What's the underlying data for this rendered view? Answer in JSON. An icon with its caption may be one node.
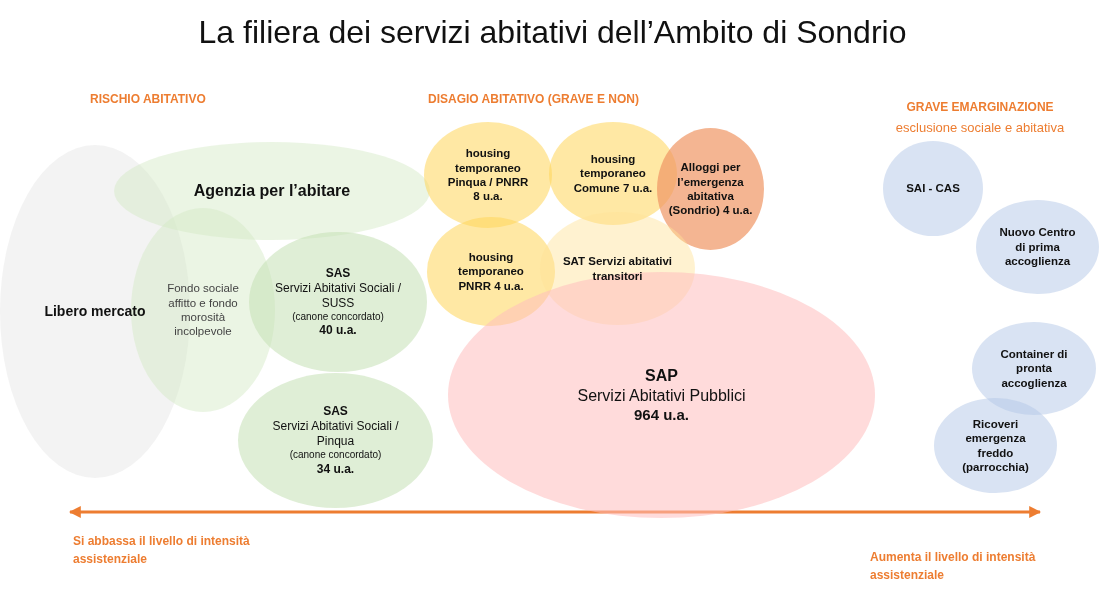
{
  "diagram": {
    "title": "La filiera dei servizi abitativi dell’Ambito di Sondrio",
    "nodes": [
      {
        "text": [
          "Libero mercato"
        ]
      },
      {
        "text": [
          "Agenzia per l’abitare"
        ]
      },
      {
        "text": [
          "Fondo sociale affitto e fondo morosità incolpevole"
        ]
      },
      {
        "text": [
          "SAS",
          "Servizi Abitativi Sociali  / SUSS",
          "(canone concordato)",
          "40 u.a."
        ]
      },
      {
        "text": [
          "SAS",
          "Servizi Abitativi Sociali / Pinqua",
          "(canone concordato)",
          "34 u.a."
        ]
      },
      {
        "text": [
          "housing temporaneo Pinqua / PNRR 8 u.a."
        ]
      },
      {
        "text": [
          "housing temporaneo Comune 7 u.a."
        ]
      },
      {
        "text": [
          "Alloggi per l’emergenza abitativa (Sondrio) 4 u.a."
        ]
      },
      {
        "text": [
          "housing temporaneo PNRR 4 u.a."
        ]
      },
      {
        "text": [
          "SAT Servizi abitativi transitori"
        ]
      },
      {
        "text": [
          "SAP",
          "Servizi Abitativi Pubblici",
          "964 u.a."
        ]
      },
      {
        "text": [
          "SAI - CAS"
        ]
      },
      {
        "text": [
          "Nuovo Centro di prima accoglienza"
        ]
      },
      {
        "text": [
          "Container di pronta accoglienza"
        ]
      },
      {
        "text": [
          "Ricoveri emergenza freddo (parrocchia)"
        ]
      }
    ],
    "labels": [
      "RISCHIO ABITATIVO",
      "DISAGIO ABITATIVO (GRAVE E NON)",
      "GRAVE EMARGINAZIONE",
      "esclusione sociale e abitativa",
      "Si abbassa il livello di intensità assistenziale",
      "Aumenta il livello di intensità assistenziale"
    ]
  }
}
